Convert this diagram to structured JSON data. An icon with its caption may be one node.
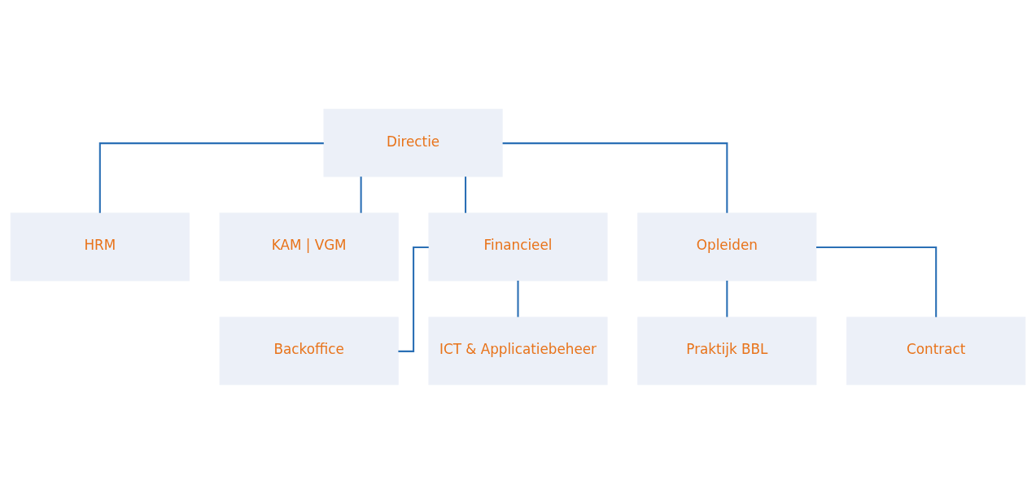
{
  "diagram": {
    "nodes": [
      {
        "text": [
          "Directie"
        ]
      },
      {
        "text": [
          "HRM"
        ]
      },
      {
        "text": [
          "KAM | VGM"
        ]
      },
      {
        "text": [
          "Financieel"
        ]
      },
      {
        "text": [
          "Opleiden"
        ]
      },
      {
        "text": [
          "Backoffice"
        ]
      },
      {
        "text": [
          "ICT & Applicatiebeheer"
        ]
      },
      {
        "text": [
          "Praktijk BBL"
        ]
      },
      {
        "text": [
          "Contract"
        ]
      }
    ],
    "edges": [
      {
        "from": 0,
        "to": 1,
        "arrow": "none"
      },
      {
        "from": 0,
        "to": 2,
        "arrow": "none"
      },
      {
        "from": 0,
        "to": 3,
        "arrow": "none"
      },
      {
        "from": 0,
        "to": 4,
        "arrow": "none"
      },
      {
        "from": 3,
        "to": 5,
        "arrow": "none"
      },
      {
        "from": 3,
        "to": 6,
        "arrow": "none"
      },
      {
        "from": 4,
        "to": 7,
        "arrow": "none"
      },
      {
        "from": 4,
        "to": 8,
        "arrow": "none"
      }
    ]
  }
}
